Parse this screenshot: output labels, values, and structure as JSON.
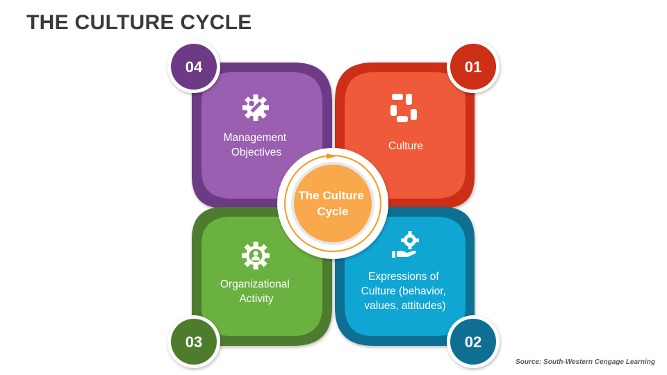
{
  "title": "THE CULTURE CYCLE",
  "source": "Source: South-Western Cengage Learning",
  "center": {
    "lines": [
      "The Culture",
      "Cycle"
    ]
  },
  "quadrants": {
    "culture": {
      "number": "01",
      "lines": [
        "Culture"
      ],
      "icon": "hands-circle-icon",
      "color": "#ef5a3a",
      "border": "#cc2f16"
    },
    "expressions": {
      "number": "02",
      "lines": [
        "Expressions of",
        "Culture (behavior,",
        "values, attitudes)"
      ],
      "icon": "gear-hand-icon",
      "color": "#10a6d4",
      "border": "#0e6f93"
    },
    "activity": {
      "number": "03",
      "lines": [
        "Organizational",
        "Activity"
      ],
      "icon": "gear-person-icon",
      "color": "#6ab140",
      "border": "#4e7c2d"
    },
    "management": {
      "number": "04",
      "lines": [
        "Management",
        "Objectives"
      ],
      "icon": "gear-wrench-icon",
      "color": "#9a5fb0",
      "border": "#6d3a85"
    }
  },
  "center_color": "#f9a94b",
  "ring_color": "#f39a1e"
}
